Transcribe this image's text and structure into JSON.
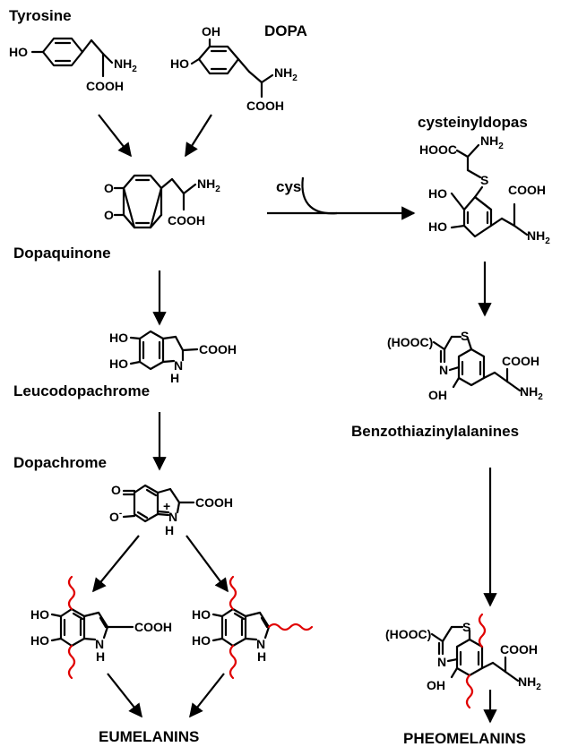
{
  "compounds": {
    "tyrosine": "Tyrosine",
    "dopa": "DOPA",
    "dopaquinone": "Dopaquinone",
    "leucodopachrome": "Leucodopachrome",
    "dopachrome": "Dopachrome",
    "cysteinyldopas": "cysteinyldopas",
    "benzothiazinylalanines": "Benzothiazinylalanines"
  },
  "reagent": "cys",
  "products": {
    "eumelanins": "EUMELANINS",
    "pheomelanins": "PHEOMELANINS"
  },
  "atom_labels": {
    "ho": "HO",
    "oh": "OH",
    "nh2": "NH2",
    "cooh": "COOH",
    "hooc": "HOOC",
    "hooc_paren": "(HOOC)",
    "o": "O",
    "o_minus": "O-",
    "n": "N",
    "h": "H",
    "s": "S",
    "plus": "+"
  },
  "colors": {
    "ink": "#000000",
    "polymer_link": "#e00000",
    "background": "#ffffff"
  }
}
